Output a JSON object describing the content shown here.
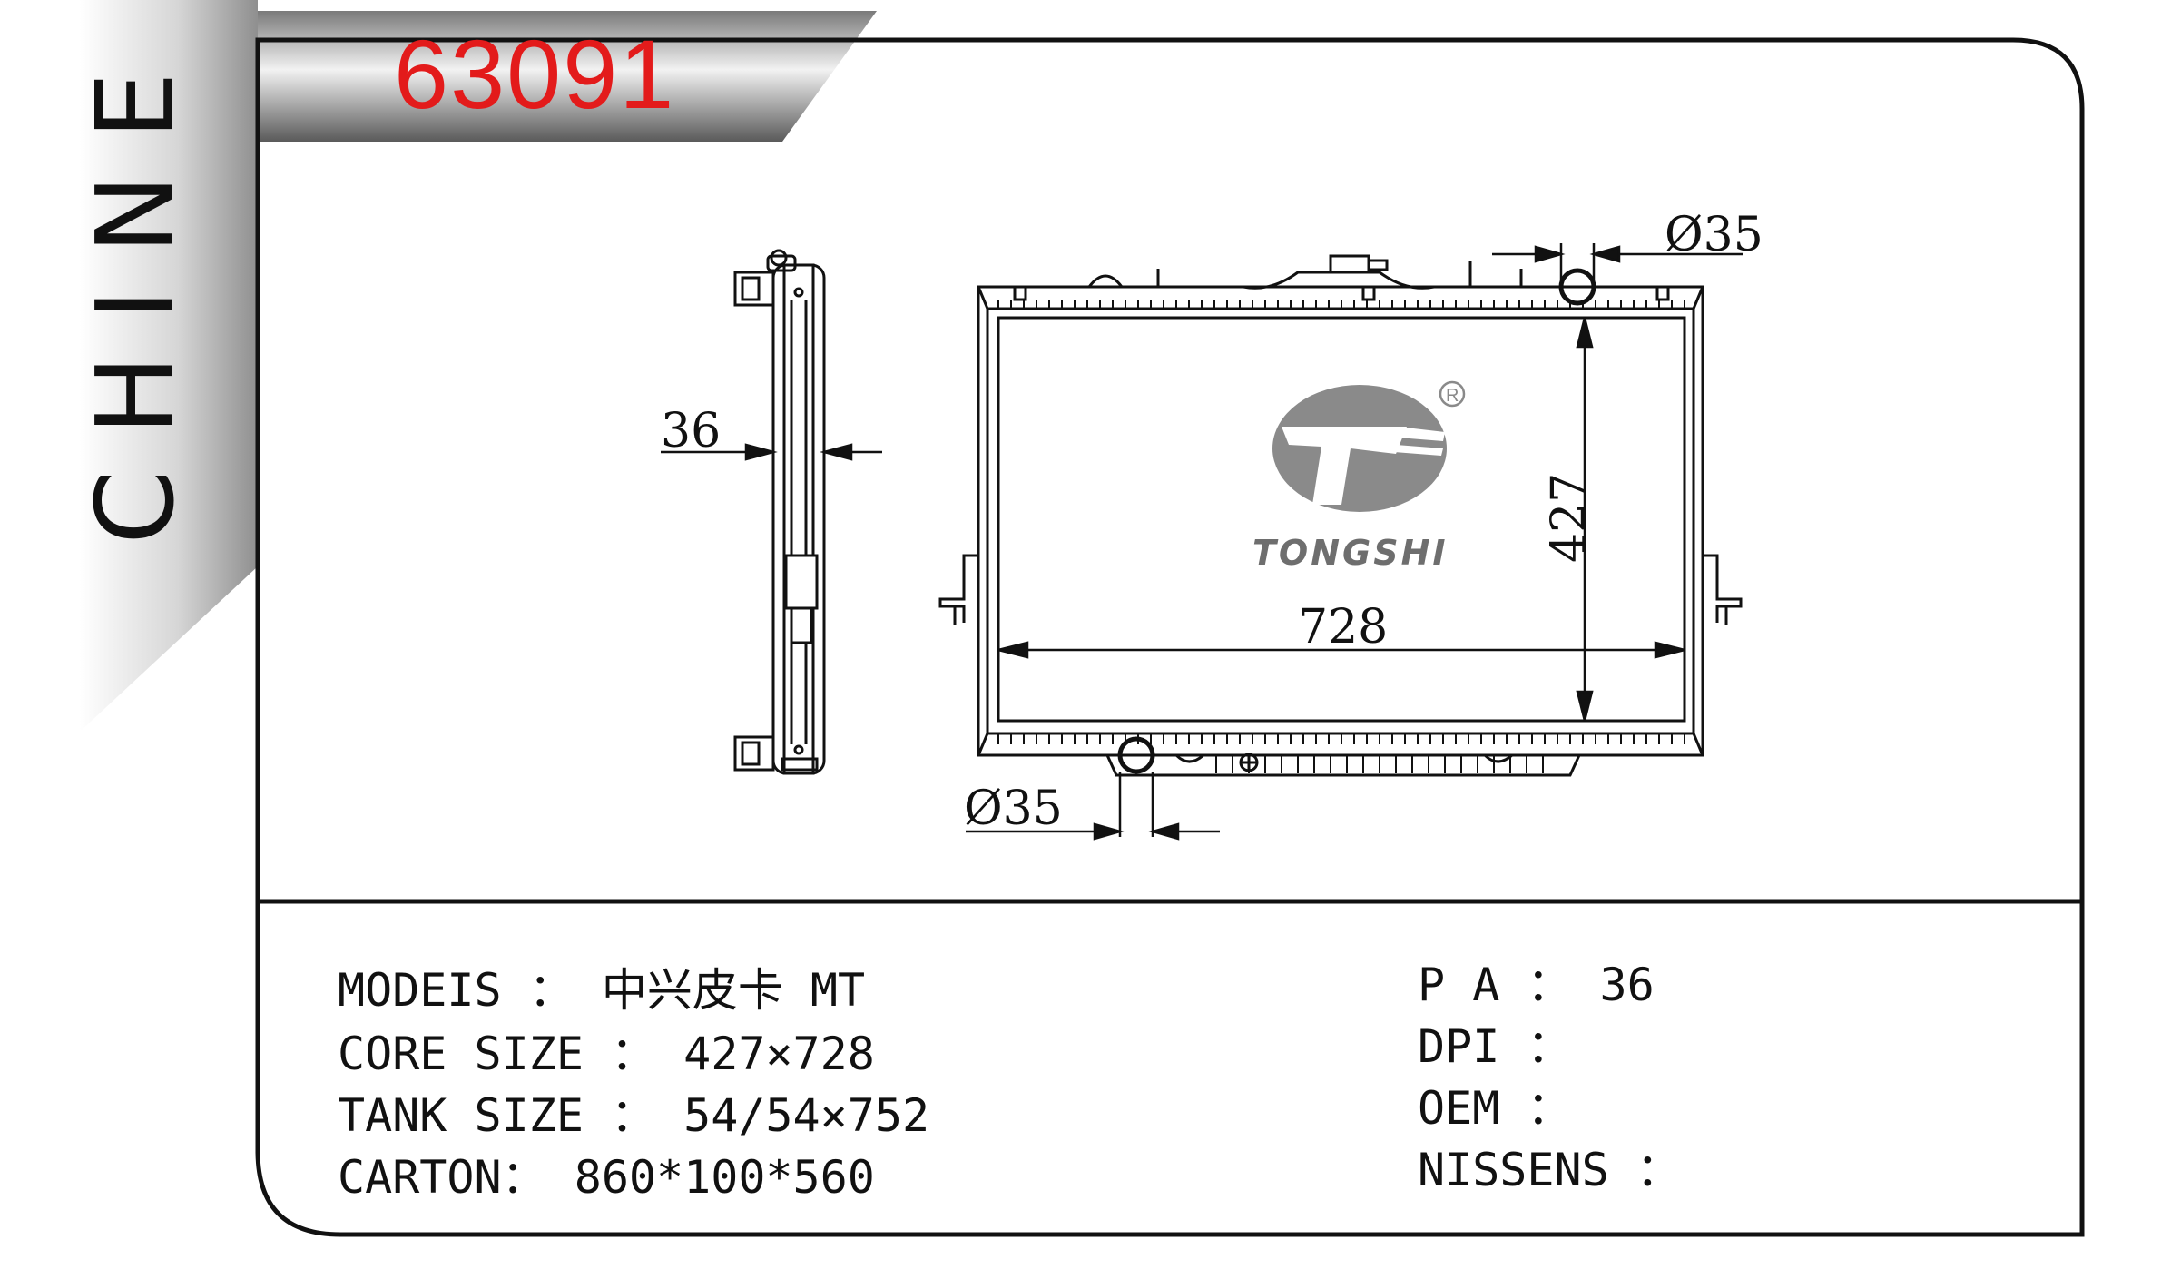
{
  "header": {
    "brand_vertical": "CHINE",
    "part_number": "63091"
  },
  "drawing": {
    "logo_text": "TONGSHI",
    "registered_mark": "R",
    "dim_top_pipe": "Ø35",
    "dim_bottom_pipe": "Ø35",
    "dim_thickness": "36",
    "dim_height": "427",
    "dim_width": "728"
  },
  "specs": {
    "models": "MODEIS ： 中兴皮卡 MT",
    "core_size": "CORE SIZE ： 427×728",
    "tank_size": "TANK SIZE ： 54/54×752",
    "carton": "CARTON： 860*100*560",
    "pa": "P A ： 36",
    "dpi": "DPI ：",
    "oem": "OEM ：",
    "nissens": "NISSENS ："
  },
  "colors": {
    "part_number": "#e31b1b",
    "line": "#111111",
    "logo_gray": "#8a8a8a"
  }
}
